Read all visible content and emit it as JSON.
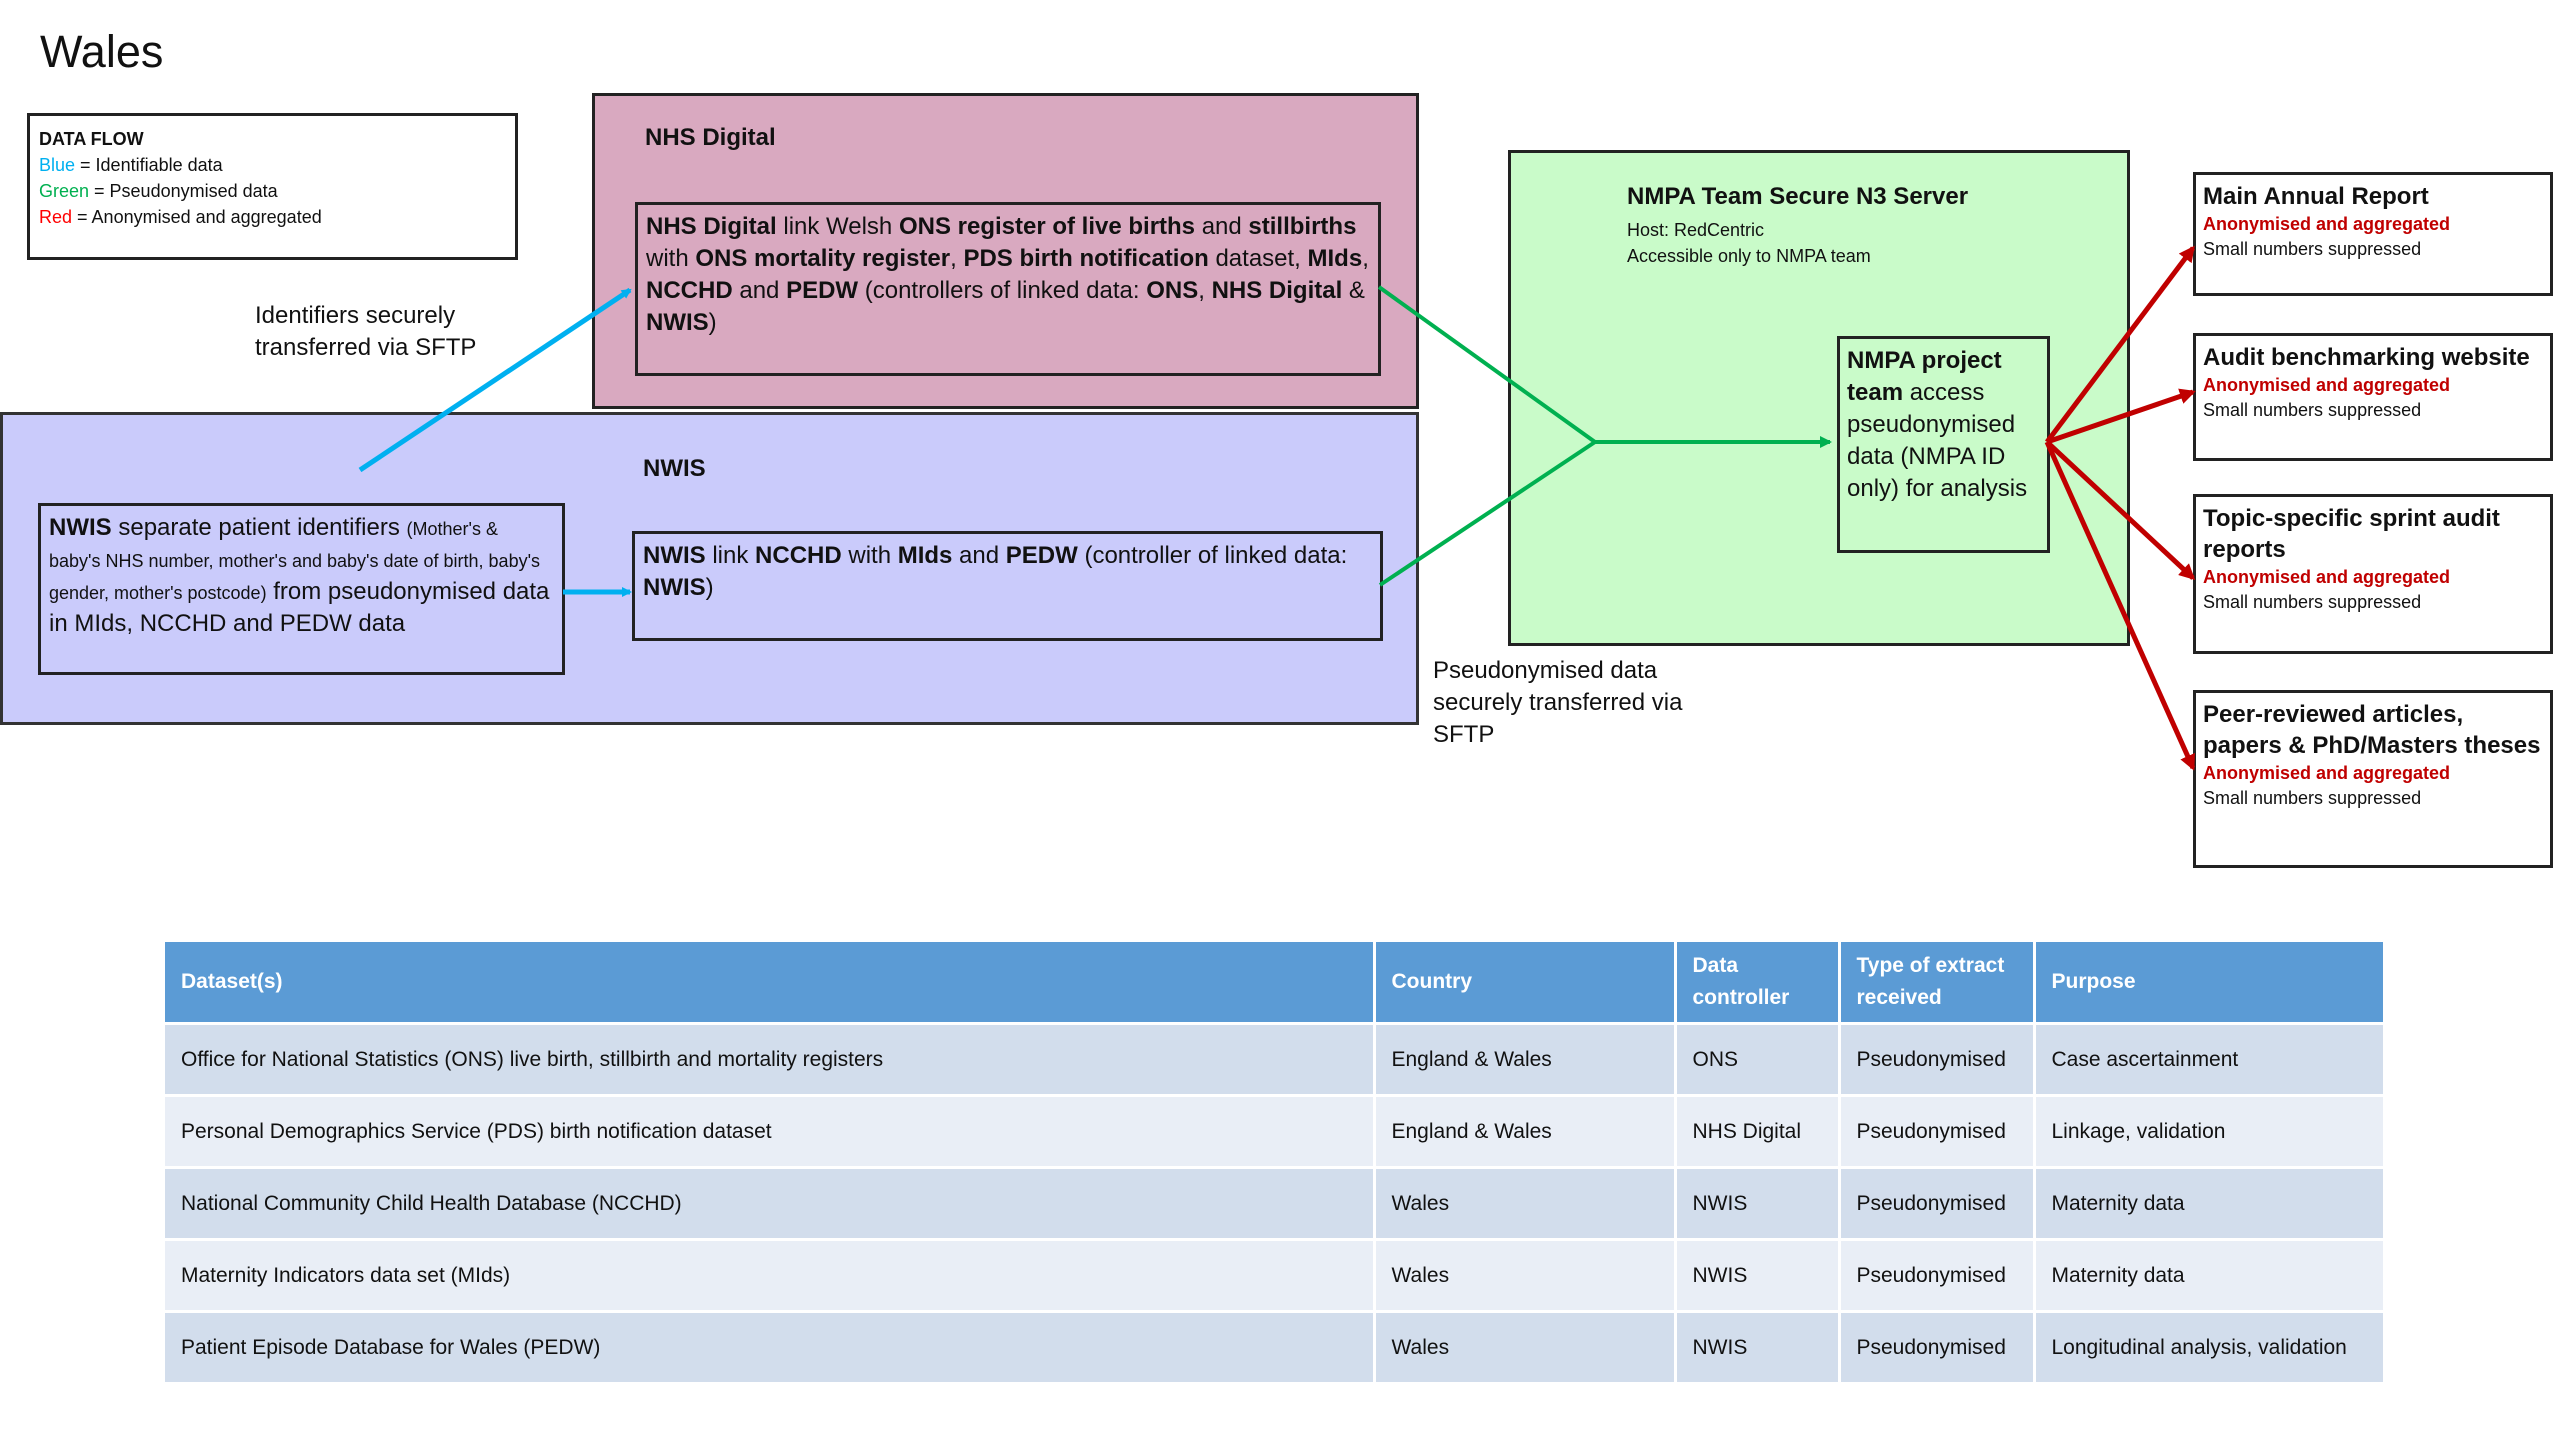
{
  "title": "Wales",
  "legend": {
    "title": "DATA FLOW",
    "items": [
      {
        "key": "Blue",
        "text": " = Identifiable data",
        "color": "#00b0f0"
      },
      {
        "key": "Green",
        "text": " = Pseudonymised data",
        "color": "#00b050"
      },
      {
        "key": "Red",
        "text": " = Anonymised and aggregated",
        "color": "#ff0000"
      }
    ]
  },
  "nhs_digital": {
    "label": "NHS Digital",
    "inner": [
      {
        "t": "NHS Digital",
        "b": true
      },
      {
        "t": " link Welsh ",
        "b": false
      },
      {
        "t": "ONS register of live births",
        "b": true
      },
      {
        "t": " and ",
        "b": false
      },
      {
        "t": "stillbirths",
        "b": true
      },
      {
        "t": " with ",
        "b": false
      },
      {
        "t": "ONS mortality register",
        "b": true
      },
      {
        "t": ", ",
        "b": false
      },
      {
        "t": "PDS birth notification",
        "b": true
      },
      {
        "t": " dataset, ",
        "b": false
      },
      {
        "t": "MIds",
        "b": true
      },
      {
        "t": ", ",
        "b": false
      },
      {
        "t": "NCCHD",
        "b": true
      },
      {
        "t": " and ",
        "b": false
      },
      {
        "t": "PEDW",
        "b": true
      },
      {
        "t": " (controllers of linked data: ",
        "b": false
      },
      {
        "t": "ONS",
        "b": true
      },
      {
        "t": ", ",
        "b": false
      },
      {
        "t": "NHS Digital",
        "b": true
      },
      {
        "t": " & ",
        "b": false
      },
      {
        "t": "NWIS",
        "b": true
      },
      {
        "t": ")",
        "b": false
      }
    ]
  },
  "nwis": {
    "label": "NWIS",
    "separate": {
      "bold": "NWIS",
      "part1": " separate patient identifiers ",
      "small": "(Mother's & baby's NHS number, mother's and baby's date of birth, baby's gender, mother's postcode)",
      "part2": " from pseudonymised data in MIds, NCCHD and PEDW data"
    },
    "link": [
      {
        "t": "NWIS",
        "b": true
      },
      {
        "t": " link ",
        "b": false
      },
      {
        "t": "NCCHD",
        "b": true
      },
      {
        "t": " with ",
        "b": false
      },
      {
        "t": "MIds",
        "b": true
      },
      {
        "t": " and ",
        "b": false
      },
      {
        "t": "PEDW",
        "b": true
      },
      {
        "t": " (controller of linked data: ",
        "b": false
      },
      {
        "t": "NWIS",
        "b": true
      },
      {
        "t": ")",
        "b": false
      }
    ]
  },
  "identifiers_caption": "Identifiers securely transferred via SFTP",
  "pseudo_caption": "Pseudonymised data securely transferred via SFTP",
  "server": {
    "title": "NMPA Team Secure N3 Server",
    "host": "Host: RedCentric",
    "access": "Accessible only  to NMPA team",
    "project": [
      {
        "t": "NMPA project team",
        "b": true
      },
      {
        "t": " access pseudonymised data (NMPA ID only) for analysis",
        "b": false
      }
    ]
  },
  "outputs": [
    {
      "title": "Main Annual Report",
      "red": "Anonymised and aggregated",
      "note": "Small numbers suppressed"
    },
    {
      "title": "Audit benchmarking website",
      "red": "Anonymised and aggregated",
      "note": "Small numbers suppressed"
    },
    {
      "title": "Topic-specific sprint audit reports",
      "red": "Anonymised and aggregated",
      "note": "Small numbers suppressed"
    },
    {
      "title": "Peer-reviewed articles, papers & PhD/Masters theses",
      "red": "Anonymised and aggregated",
      "note": "Small numbers suppressed"
    }
  ],
  "colors": {
    "identifiable": "#00b0f0",
    "pseudonymised": "#00b050",
    "anonymised": "#c00000",
    "table_header": "#5b9bd5"
  },
  "table": {
    "headers": [
      "Dataset(s)",
      "Country",
      "Data controller",
      "Type of extract received",
      "Purpose"
    ],
    "rows": [
      [
        "Office for National Statistics (ONS) live birth, stillbirth and mortality registers",
        "England & Wales",
        "ONS",
        "Pseudonymised",
        "Case ascertainment"
      ],
      [
        "Personal Demographics Service (PDS) birth notification dataset",
        "England & Wales",
        "NHS Digital",
        "Pseudonymised",
        "Linkage, validation"
      ],
      [
        "National Community Child Health Database (NCCHD)",
        "Wales",
        "NWIS",
        "Pseudonymised",
        "Maternity data"
      ],
      [
        "Maternity Indicators data set (MIds)",
        "Wales",
        "NWIS",
        "Pseudonymised",
        "Maternity data"
      ],
      [
        "Patient Episode Database for Wales (PEDW)",
        "Wales",
        "NWIS",
        "Pseudonymised",
        "Longitudinal analysis, validation"
      ]
    ]
  }
}
